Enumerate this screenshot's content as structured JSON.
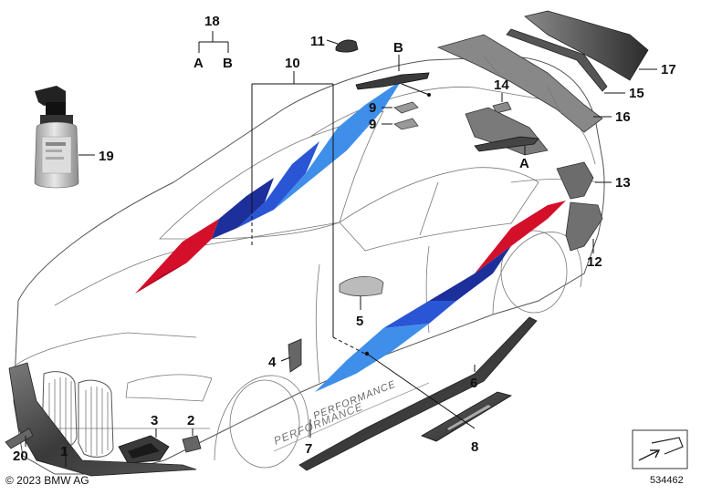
{
  "diagram": {
    "copyright": "© 2023 BMW AG",
    "reference_number": "534462",
    "performance_wordmark": "PERFORMANCE",
    "performance_wordmark_door": "PERFORMANCE",
    "callouts": {
      "c1": "1",
      "c2": "2",
      "c3": "3",
      "c4": "4",
      "c5": "5",
      "c6": "6",
      "c7": "7",
      "c8": "8",
      "c9a": "9",
      "c9b": "9",
      "c10": "10",
      "c11": "11",
      "c12": "12",
      "c13": "13",
      "c14": "14",
      "c15": "15",
      "c16": "16",
      "c17": "17",
      "c18": "18",
      "c19": "19",
      "c20": "20",
      "set_a": "A",
      "set_b": "B",
      "mark_a": "A",
      "mark_b": "B"
    },
    "colors": {
      "stripe_red": "#d40f2a",
      "stripe_dark_blue": "#1c2f9a",
      "stripe_mid_blue": "#2a55d4",
      "stripe_light_blue": "#3f8fea",
      "carbon": "#3c3c3c"
    }
  }
}
